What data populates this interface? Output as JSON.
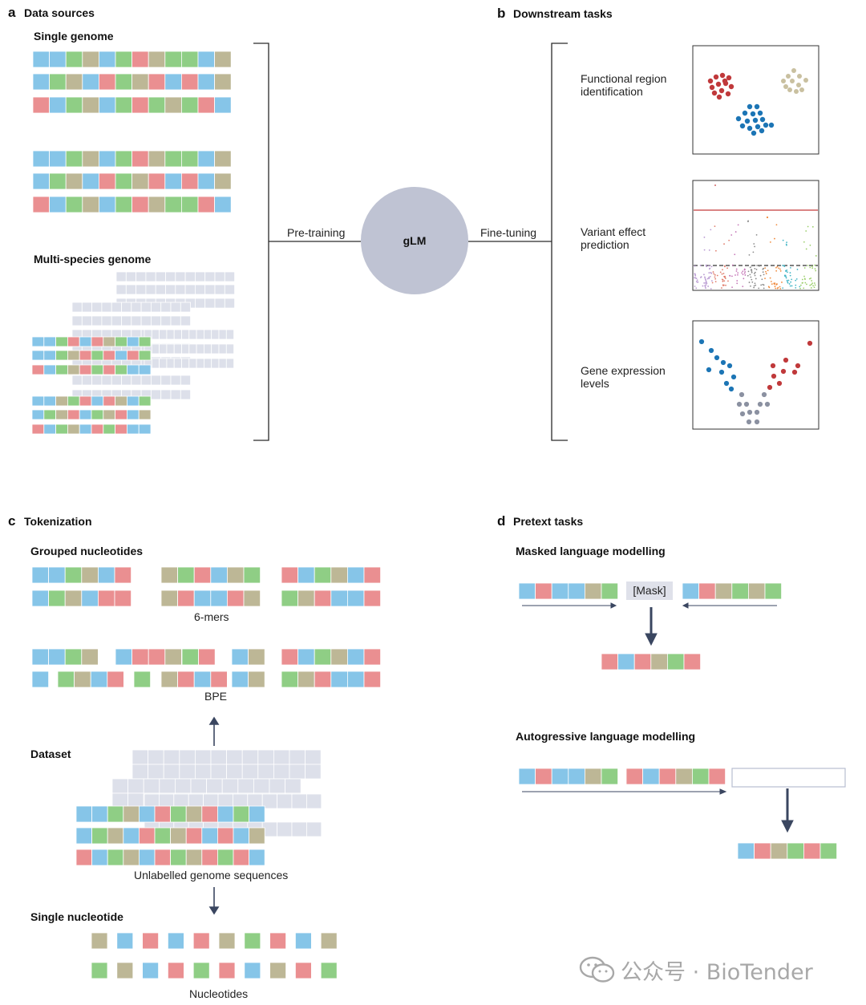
{
  "panels": {
    "a": {
      "letter": "a",
      "title": "Data sources",
      "single_genome": "Single genome",
      "multi_species": "Multi-species genome"
    },
    "b": {
      "letter": "b",
      "title": "Downstream tasks",
      "tasks": [
        {
          "line1": "Functional region",
          "line2": "identification"
        },
        {
          "line1": "Variant effect",
          "line2": "prediction"
        },
        {
          "line1": "Gene expression",
          "line2": "levels"
        }
      ]
    },
    "c": {
      "letter": "c",
      "title": "Tokenization",
      "grouped": "Grouped nucleotides",
      "kmers": "6-mers",
      "bpe": "BPE",
      "dataset": "Dataset",
      "unlabelled": "Unlabelled genome sequences",
      "single": "Single nucleotide",
      "nucleotides": "Nucleotides"
    },
    "d": {
      "letter": "d",
      "title": "Pretext tasks",
      "mlm": "Masked language modelling",
      "mask": "[Mask]",
      "alm": "Autogressive language modelling"
    }
  },
  "center": {
    "model": "gLM",
    "pretraining": "Pre-training",
    "finetuning": "Fine-tuning"
  },
  "watermark": {
    "text": "公众号 · BioTender"
  },
  "colors": {
    "A": "#86c5e8",
    "G": "#8fce85",
    "T": "#bdb796",
    "C": "#ea8f91",
    "ghost": "#dde0ea",
    "circle": "#bfc3d3",
    "arrow": "#3a4660",
    "red_cluster": "#c0393b",
    "blue_cluster": "#1c75b5",
    "tan_cluster": "#c9c0a0",
    "grey": "#8b91a1",
    "line_red": "#c43a3a"
  },
  "sequences": {
    "single_genome": [
      "AAGTAGCTGGAT",
      "AGTACGTCACAT",
      "CAGTAGCGTGCA",
      "AAGTAGCTGGAT",
      "AGTACGTCACAT",
      "CAGTAGCTGGCA"
    ],
    "multi_species": [
      "AAGCACTGAG",
      "AAGTCGCACG",
      "CAGTCGCGAA",
      "AATGCACTAG",
      "AGTCAGTCAT",
      "CAGTACGCAA"
    ],
    "kmer_groups": [
      [
        "AAGTAC",
        "TGCATG",
        "CAGTAC"
      ],
      [
        "AGTACC",
        "TCAACT",
        "GTCAAC"
      ]
    ],
    "bpe_rows": [
      [
        [
          "AAGT"
        ],
        [
          "ACCT"
        ],
        [
          "GC"
        ],
        [
          "AT"
        ],
        [
          "CAGTAC"
        ]
      ],
      [
        [
          "A"
        ],
        [
          "GTAC"
        ],
        [
          "G"
        ],
        [
          "TCAC"
        ],
        [
          "AT"
        ],
        [
          "GTCAAC"
        ]
      ]
    ],
    "dataset_front": [
      "AAGTACGTCAGA",
      "AGTACGTCACAT",
      "CAGTACGTCGCA"
    ],
    "single_rows": [
      "TACACTGCAT",
      "GTACGCATCG"
    ],
    "mlm_left": [
      "ACAAT",
      "G"
    ],
    "mlm_right": [
      "ACTGTG"
    ],
    "mlm_out": [
      "CACTGC"
    ],
    "alm_left": "ACAATG",
    "alm_mid": "CACTGC",
    "alm_out": "ACTGCG"
  }
}
